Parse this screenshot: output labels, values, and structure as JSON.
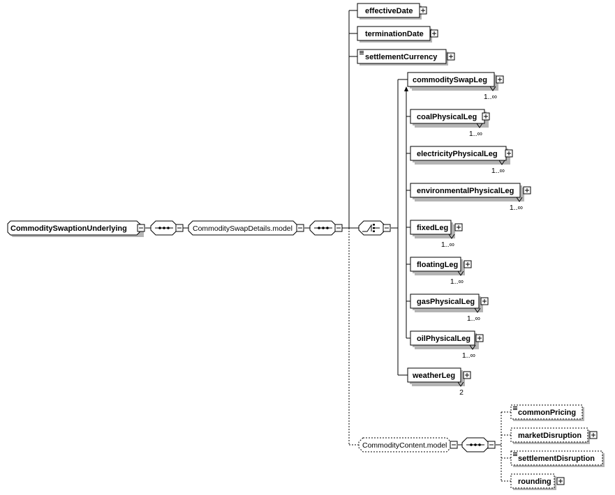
{
  "root": {
    "label": "CommoditySwaptionUnderlying"
  },
  "groups": {
    "swap_details": {
      "label": "CommoditySwapDetails.model"
    },
    "commodity_content": {
      "label": "CommodityContent.model"
    }
  },
  "swap_elements": [
    {
      "label": "effectiveDate",
      "expandable": true,
      "doc": false
    },
    {
      "label": "terminationDate",
      "expandable": true,
      "doc": false
    },
    {
      "label": "settlementCurrency",
      "expandable": true,
      "doc": true
    }
  ],
  "legs": [
    {
      "label": "commoditySwapLeg",
      "cardinality": "1..∞"
    },
    {
      "label": "coalPhysicalLeg",
      "cardinality": "1..∞"
    },
    {
      "label": "electricityPhysicalLeg",
      "cardinality": "1..∞"
    },
    {
      "label": "environmentalPhysicalLeg",
      "cardinality": "1..∞"
    },
    {
      "label": "fixedLeg",
      "cardinality": "1..∞"
    },
    {
      "label": "floatingLeg",
      "cardinality": "1..∞"
    },
    {
      "label": "gasPhysicalLeg",
      "cardinality": "1..∞"
    },
    {
      "label": "oilPhysicalLeg",
      "cardinality": "1..∞"
    },
    {
      "label": "weatherLeg",
      "cardinality": "2"
    }
  ],
  "content_elements": [
    {
      "label": "commonPricing",
      "expandable": false,
      "doc": true
    },
    {
      "label": "marketDisruption",
      "expandable": true,
      "doc": false
    },
    {
      "label": "settlementDisruption",
      "expandable": false,
      "doc": true
    },
    {
      "label": "rounding",
      "expandable": true,
      "doc": false
    }
  ]
}
